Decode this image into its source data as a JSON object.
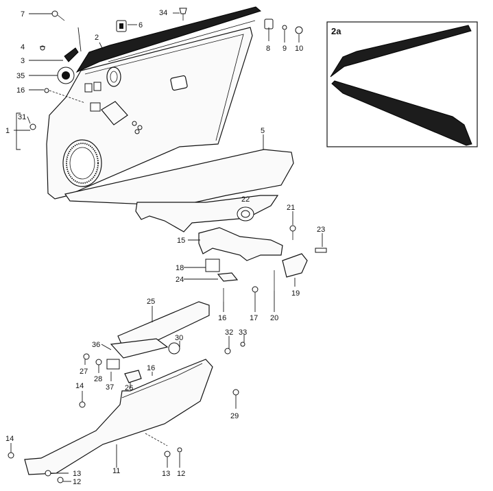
{
  "diagram": {
    "inset_label": "2a",
    "callouts": [
      {
        "id": "7",
        "text": "7"
      },
      {
        "id": "34",
        "text": "34"
      },
      {
        "id": "6",
        "text": "6"
      },
      {
        "id": "2",
        "text": "2"
      },
      {
        "id": "4",
        "text": "4"
      },
      {
        "id": "3",
        "text": "3"
      },
      {
        "id": "35",
        "text": "35"
      },
      {
        "id": "16a",
        "text": "16"
      },
      {
        "id": "31",
        "text": "31"
      },
      {
        "id": "1",
        "text": "1"
      },
      {
        "id": "8",
        "text": "8"
      },
      {
        "id": "9",
        "text": "9"
      },
      {
        "id": "10",
        "text": "10"
      },
      {
        "id": "5",
        "text": "5"
      },
      {
        "id": "22",
        "text": "22"
      },
      {
        "id": "21",
        "text": "21"
      },
      {
        "id": "23",
        "text": "23"
      },
      {
        "id": "15",
        "text": "15"
      },
      {
        "id": "18",
        "text": "18"
      },
      {
        "id": "24",
        "text": "24"
      },
      {
        "id": "19",
        "text": "19"
      },
      {
        "id": "25",
        "text": "25"
      },
      {
        "id": "16b",
        "text": "16"
      },
      {
        "id": "17",
        "text": "17"
      },
      {
        "id": "20",
        "text": "20"
      },
      {
        "id": "36",
        "text": "36"
      },
      {
        "id": "30",
        "text": "30"
      },
      {
        "id": "32",
        "text": "32"
      },
      {
        "id": "33",
        "text": "33"
      },
      {
        "id": "27",
        "text": "27"
      },
      {
        "id": "28",
        "text": "28"
      },
      {
        "id": "37",
        "text": "37"
      },
      {
        "id": "26",
        "text": "26"
      },
      {
        "id": "16c",
        "text": "16"
      },
      {
        "id": "14a",
        "text": "14"
      },
      {
        "id": "29",
        "text": "29"
      },
      {
        "id": "14b",
        "text": "14"
      },
      {
        "id": "11",
        "text": "11"
      },
      {
        "id": "13a",
        "text": "13"
      },
      {
        "id": "13b",
        "text": "13"
      },
      {
        "id": "12a",
        "text": "12"
      },
      {
        "id": "12b",
        "text": "12"
      }
    ]
  }
}
